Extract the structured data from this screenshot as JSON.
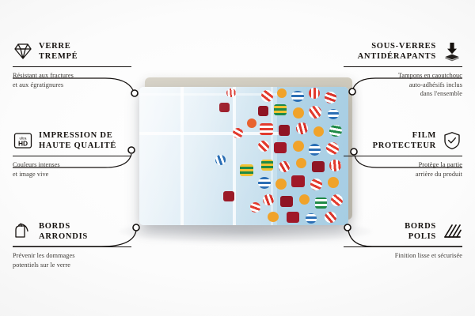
{
  "product": {
    "name": "glass-cutting-board-candy-print",
    "photo_description": "Colorful striped hard candies on a light blue surface with window light reflection",
    "colors": {
      "backing": "#cdc8ba",
      "photo_background": "#bcd9ea",
      "line": "#15110f",
      "title_text": "#16120f",
      "body_text": "#3a3733"
    }
  },
  "features": [
    {
      "id": "tempered-glass",
      "icon": "diamond-icon",
      "title": "VERRE TREMPÉ",
      "title_lines": [
        "VERRE",
        "TREMPÉ"
      ],
      "description": "Résistant aux fractures et aux égratignures",
      "description_lines": [
        "Résistant aux fractures",
        "et aux égratignures"
      ],
      "side": "left"
    },
    {
      "id": "high-quality-print",
      "icon": "ultra-hd-icon",
      "title": "IMPRESSION DE HAUTE QUALITÉ",
      "title_lines": [
        "IMPRESSION DE",
        "HAUTE QUALITÉ"
      ],
      "description": "Couleurs intenses et image vive",
      "description_lines": [
        "Couleurs intenses",
        "et image vive"
      ],
      "side": "left",
      "badge_top": "ultra",
      "badge_bottom": "HD"
    },
    {
      "id": "rounded-edges",
      "icon": "rounded-corner-icon",
      "title": "BORDS ARRONDIS",
      "title_lines": [
        "BORDS",
        "ARRONDIS"
      ],
      "description": "Prévenir les dommages potentiels sur le verre",
      "description_lines": [
        "Prévenir les dommages",
        "potentiels sur le verre"
      ],
      "side": "left"
    },
    {
      "id": "anti-slip-coasters",
      "icon": "press-pad-icon",
      "title": "SOUS-VERRES ANTIDÉRAPANTS",
      "title_lines": [
        "SOUS-VERRES",
        "ANTIDÉRAPANTS"
      ],
      "description": "Tampons en caoutchouc auto-adhésifs inclus dans l'ensemble",
      "description_lines": [
        "Tampons en caoutchouc",
        "auto-adhésifs inclus",
        "dans l'ensemble"
      ],
      "side": "right"
    },
    {
      "id": "protective-film",
      "icon": "shield-check-icon",
      "title": "FILM PROTECTEUR",
      "title_lines": [
        "FILM",
        "PROTECTEUR"
      ],
      "description": "Protège la partie arrière du produit",
      "description_lines": [
        "Protège la partie",
        "arrière du produit"
      ],
      "side": "right"
    },
    {
      "id": "polished-edges",
      "icon": "diagonal-lines-icon",
      "title": "BORDS POLIS",
      "title_lines": [
        "BORDS",
        "POLIS"
      ],
      "description": "Finition lisse et sécurisée",
      "description_lines": [
        "Finition lisse et sécurisée"
      ],
      "side": "right"
    }
  ]
}
